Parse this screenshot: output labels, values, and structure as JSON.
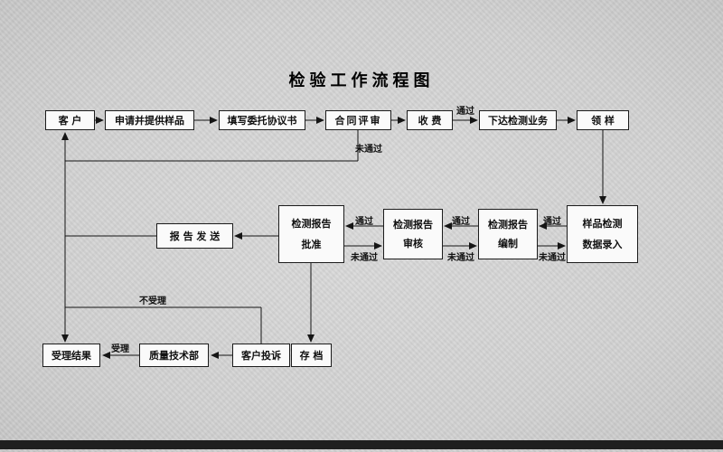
{
  "title": "检验工作流程图",
  "nodes": {
    "customer": {
      "label": "客 户"
    },
    "apply_sample": {
      "label": "申请并提供样品"
    },
    "fill_agreement": {
      "label": "填写委托协议书"
    },
    "contract_review": {
      "label": "合同评审"
    },
    "charge": {
      "label": "收 费"
    },
    "assign_testing": {
      "label": "下达检测业务"
    },
    "receive_sample": {
      "label": "领  样"
    },
    "report_send": {
      "label": "报 告 发 送"
    },
    "report_approve": {
      "line1": "检测报告",
      "line2": "批准"
    },
    "report_review": {
      "line1": "检测报告",
      "line2": "审核"
    },
    "report_compile": {
      "line1": "检测报告",
      "line2": "编制"
    },
    "sample_data_entry": {
      "line1": "样品检测",
      "line2": "数据录入"
    },
    "acceptance_result": {
      "label": "受理结果"
    },
    "quality_dept": {
      "label": "质量技术部"
    },
    "customer_complaint": {
      "label": "客户投诉"
    },
    "archive": {
      "label": "存 档"
    }
  },
  "edge_labels": {
    "pass_charge": "通过",
    "fail_contract": "未通过",
    "pass_entry_to_compile": "通过",
    "fail_compile_to_entry": "未通过",
    "pass_compile_to_review": "通过",
    "fail_review_to_compile": "未通过",
    "pass_review_to_approve": "通过",
    "fail_approve_to_review": "未通过",
    "accepted": "受理",
    "not_accepted": "不受理"
  }
}
